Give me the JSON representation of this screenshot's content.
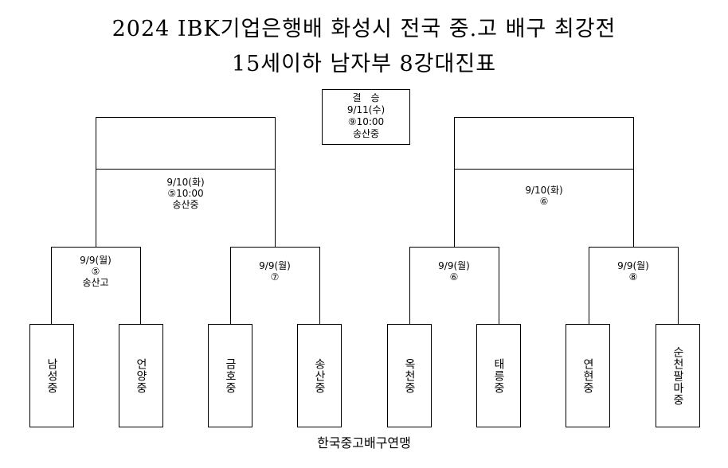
{
  "header": {
    "title_line1": "2024 IBK기업은행배 화성시 전국 중.고 배구 최강전",
    "title_line2": "15세이하 남자부 8강대진표"
  },
  "final": {
    "label": "결승",
    "date": "9/11(수)",
    "match": "⑨10:00",
    "venue": "송산중"
  },
  "semifinals": [
    {
      "date": "9/10(화)",
      "match": "⑤10:00",
      "venue": "송산중"
    },
    {
      "date": "9/10(화)",
      "match": "⑥",
      "venue": ""
    }
  ],
  "quarterfinals": [
    {
      "date": "9/9(월)",
      "match": "⑤",
      "venue": "송산고"
    },
    {
      "date": "9/9(월)",
      "match": "⑦",
      "venue": ""
    },
    {
      "date": "9/9(월)",
      "match": "⑥",
      "venue": ""
    },
    {
      "date": "9/9(월)",
      "match": "⑧",
      "venue": ""
    }
  ],
  "teams": [
    "남성중",
    "언양중",
    "금호중",
    "송산중",
    "옥천중",
    "태릉중",
    "연현중",
    "순천팔마중"
  ],
  "footer": "한국중고배구연맹"
}
